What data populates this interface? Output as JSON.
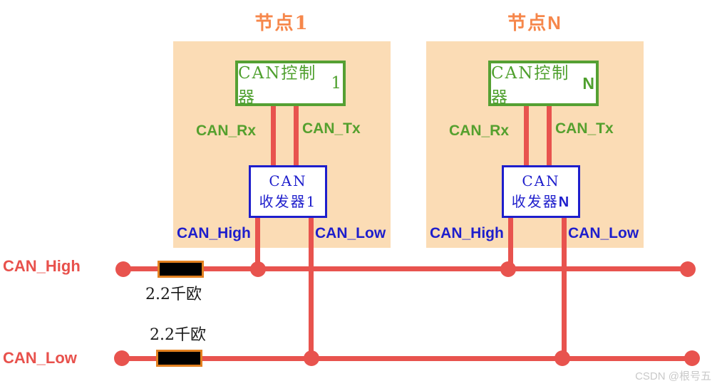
{
  "diagram": {
    "bus_high_label": "CAN_High",
    "bus_low_label": "CAN_Low",
    "resistor_high_value": "2.2千欧",
    "resistor_low_value": "2.2千欧",
    "watermark": "CSDN @根号五"
  },
  "nodes": [
    {
      "title_prefix": "节点",
      "title_suffix": "1",
      "controller_prefix": "CAN控制器",
      "controller_suffix": "1",
      "rx_label": "CAN_Rx",
      "tx_label": "CAN_Tx",
      "transceiver_line1": "CAN",
      "transceiver_prefix": "收发器",
      "transceiver_suffix": "1",
      "high_label": "CAN_High",
      "low_label": "CAN_Low"
    },
    {
      "title_prefix": "节点",
      "title_suffix": "N",
      "controller_prefix": "CAN控制器",
      "controller_suffix": "N",
      "rx_label": "CAN_Rx",
      "tx_label": "CAN_Tx",
      "transceiver_line1": "CAN",
      "transceiver_prefix": "收发器",
      "transceiver_suffix": "N",
      "high_label": "CAN_High",
      "low_label": "CAN_Low"
    }
  ],
  "colors": {
    "node_background": "#FBDCB5",
    "title_orange": "#F6874B",
    "controller_green": "#4FA02E",
    "transceiver_blue": "#1E1ECC",
    "wire_red": "#E8534E",
    "bus_label_red": "#E8514C",
    "resistor_fill": "#000000",
    "resistor_border_orange": "#E2801F",
    "resistor_label_black": "#1A1A1A",
    "watermark_gray": "#C9C9C9"
  }
}
